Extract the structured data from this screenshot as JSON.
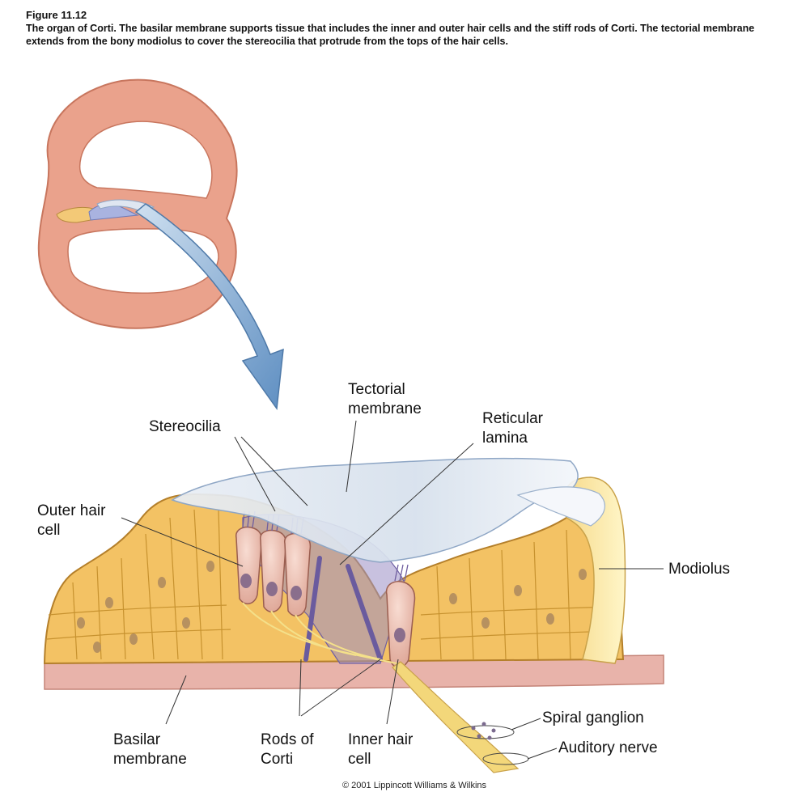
{
  "figure": {
    "number": "Figure 11.12",
    "caption": "The organ of Corti. The basilar membrane supports tissue that includes the inner and outer hair cells and the stiff rods of Corti. The tectorial membrane extends from the bony modiolus to cover the stereocilia that protrude from the tops of the hair cells."
  },
  "labels": {
    "tectorial_membrane": [
      "Tectorial",
      "membrane"
    ],
    "stereocilia": "Stereocilia",
    "reticular_lamina": [
      "Reticular",
      "lamina"
    ],
    "outer_hair_cell": [
      "Outer hair",
      "cell"
    ],
    "modiolus": "Modiolus",
    "spiral_ganglion": "Spiral ganglion",
    "auditory_nerve": "Auditory nerve",
    "basilar_membrane": [
      "Basilar",
      "membrane"
    ],
    "rods_of_corti": [
      "Rods of",
      "Corti"
    ],
    "inner_hair_cell": [
      "Inner hair",
      "cell"
    ]
  },
  "copyright": "© 2001 Lippincott Williams & Wilkins",
  "colors": {
    "cochlea_bone": "#e8a08a",
    "tissue": "#f2c266",
    "tectorial": "#dfe7f0",
    "hair_cell": "#f0c2b4",
    "rods": "#8e7fb6",
    "arrow": "#7ea3cc",
    "basilar": "#e7b0a8"
  }
}
